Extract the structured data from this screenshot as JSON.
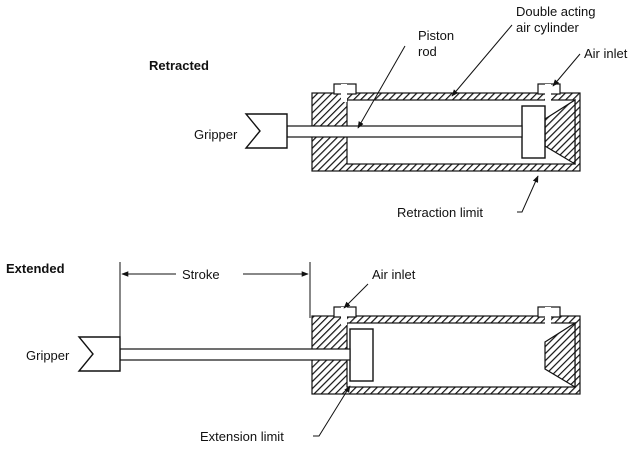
{
  "labels": {
    "retracted": "Retracted",
    "extended": "Extended",
    "gripper": "Gripper",
    "piston_rod_line1": "Piston",
    "piston_rod_line2": "rod",
    "cylinder_line1": "Double acting",
    "cylinder_line2": "air cylinder",
    "air_inlet": "Air inlet",
    "retraction_limit": "Retraction limit",
    "stroke": "Stroke",
    "extension_limit": "Extension limit"
  }
}
